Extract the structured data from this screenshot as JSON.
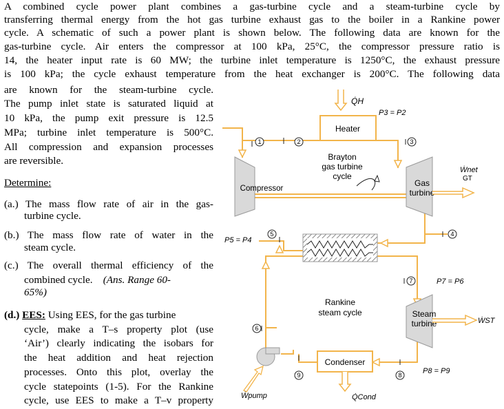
{
  "intro": [
    "A combined cycle power plant combines a gas-turbine cycle and a steam-turbine cycle by",
    "transferring thermal energy from the hot gas turbine exhaust gas to the boiler in a Rankine power",
    "cycle. A schematic of such a power plant is shown below. The following data are known for the",
    "gas-turbine cycle. Air enters the compressor at 100 kPa, 25°C, the compressor pressure ratio is",
    "14, the heater input rate is 60 MW; the turbine inlet temperature is 1250°C, the exhaust pressure",
    "is 100 kPa; the cycle exhaust temperature from the heat exchanger is 200°C. The following data"
  ],
  "left_text": [
    "are known for the steam-turbine cycle.",
    "The pump inlet state is saturated liquid at",
    "10 kPa, the pump exit pressure is 12.5",
    "MPa; turbine inlet temperature is 500°C.",
    "All compression and expansion processes",
    "are reversible."
  ],
  "determine": "Determine:",
  "questions": {
    "a1": "(a.) The mass flow rate of air in the gas-",
    "a2": "turbine cycle.",
    "b1": "(b.) The mass flow rate of water in the",
    "b2": "steam cycle.",
    "c1": "(c.) The overall thermal efficiency of the",
    "c2_text": "combined cycle.",
    "c2_ans": "(Ans. Range 60-",
    "c3": "65%)",
    "d_prefix": "(d.)",
    "d_label": "EES:",
    "d_rest": "Using EES, for the gas turbine",
    "d2": "cycle, make a T–s property plot (use",
    "d3": "‘Air’) clearly indicating the isobars for",
    "d4": "the heat addition and heat rejection",
    "d5": "processes. Onto this plot, overlay the",
    "d6": "cycle statepoints (1-5). For the Rankine",
    "d7": "cycle, use EES to make a T–v property"
  },
  "schematic": {
    "heater": "Heater",
    "brayton": [
      "Brayton",
      "gas turbine",
      "cycle"
    ],
    "compressor": "Compressor",
    "gas_turbine": [
      "Gas",
      "turbine"
    ],
    "rankine": [
      "Rankine",
      "steam cycle"
    ],
    "steam_turbine": [
      "Steam",
      "turbine"
    ],
    "condenser": "Condenser",
    "q_h": "Q̇H",
    "w_net": "Ẇnet",
    "w_net_sub": "GT",
    "w_st": "ẆST",
    "w_pump": "Ẇpump",
    "q_cond": "Q̇Cond",
    "p3p2": "P3 = P2",
    "p5p4": "P5 = P4",
    "p7p6": "P7 = P6",
    "p8p9": "P8 = P9",
    "states": [
      "1",
      "2",
      "3",
      "4",
      "5",
      "6",
      "7",
      "8",
      "9"
    ]
  }
}
